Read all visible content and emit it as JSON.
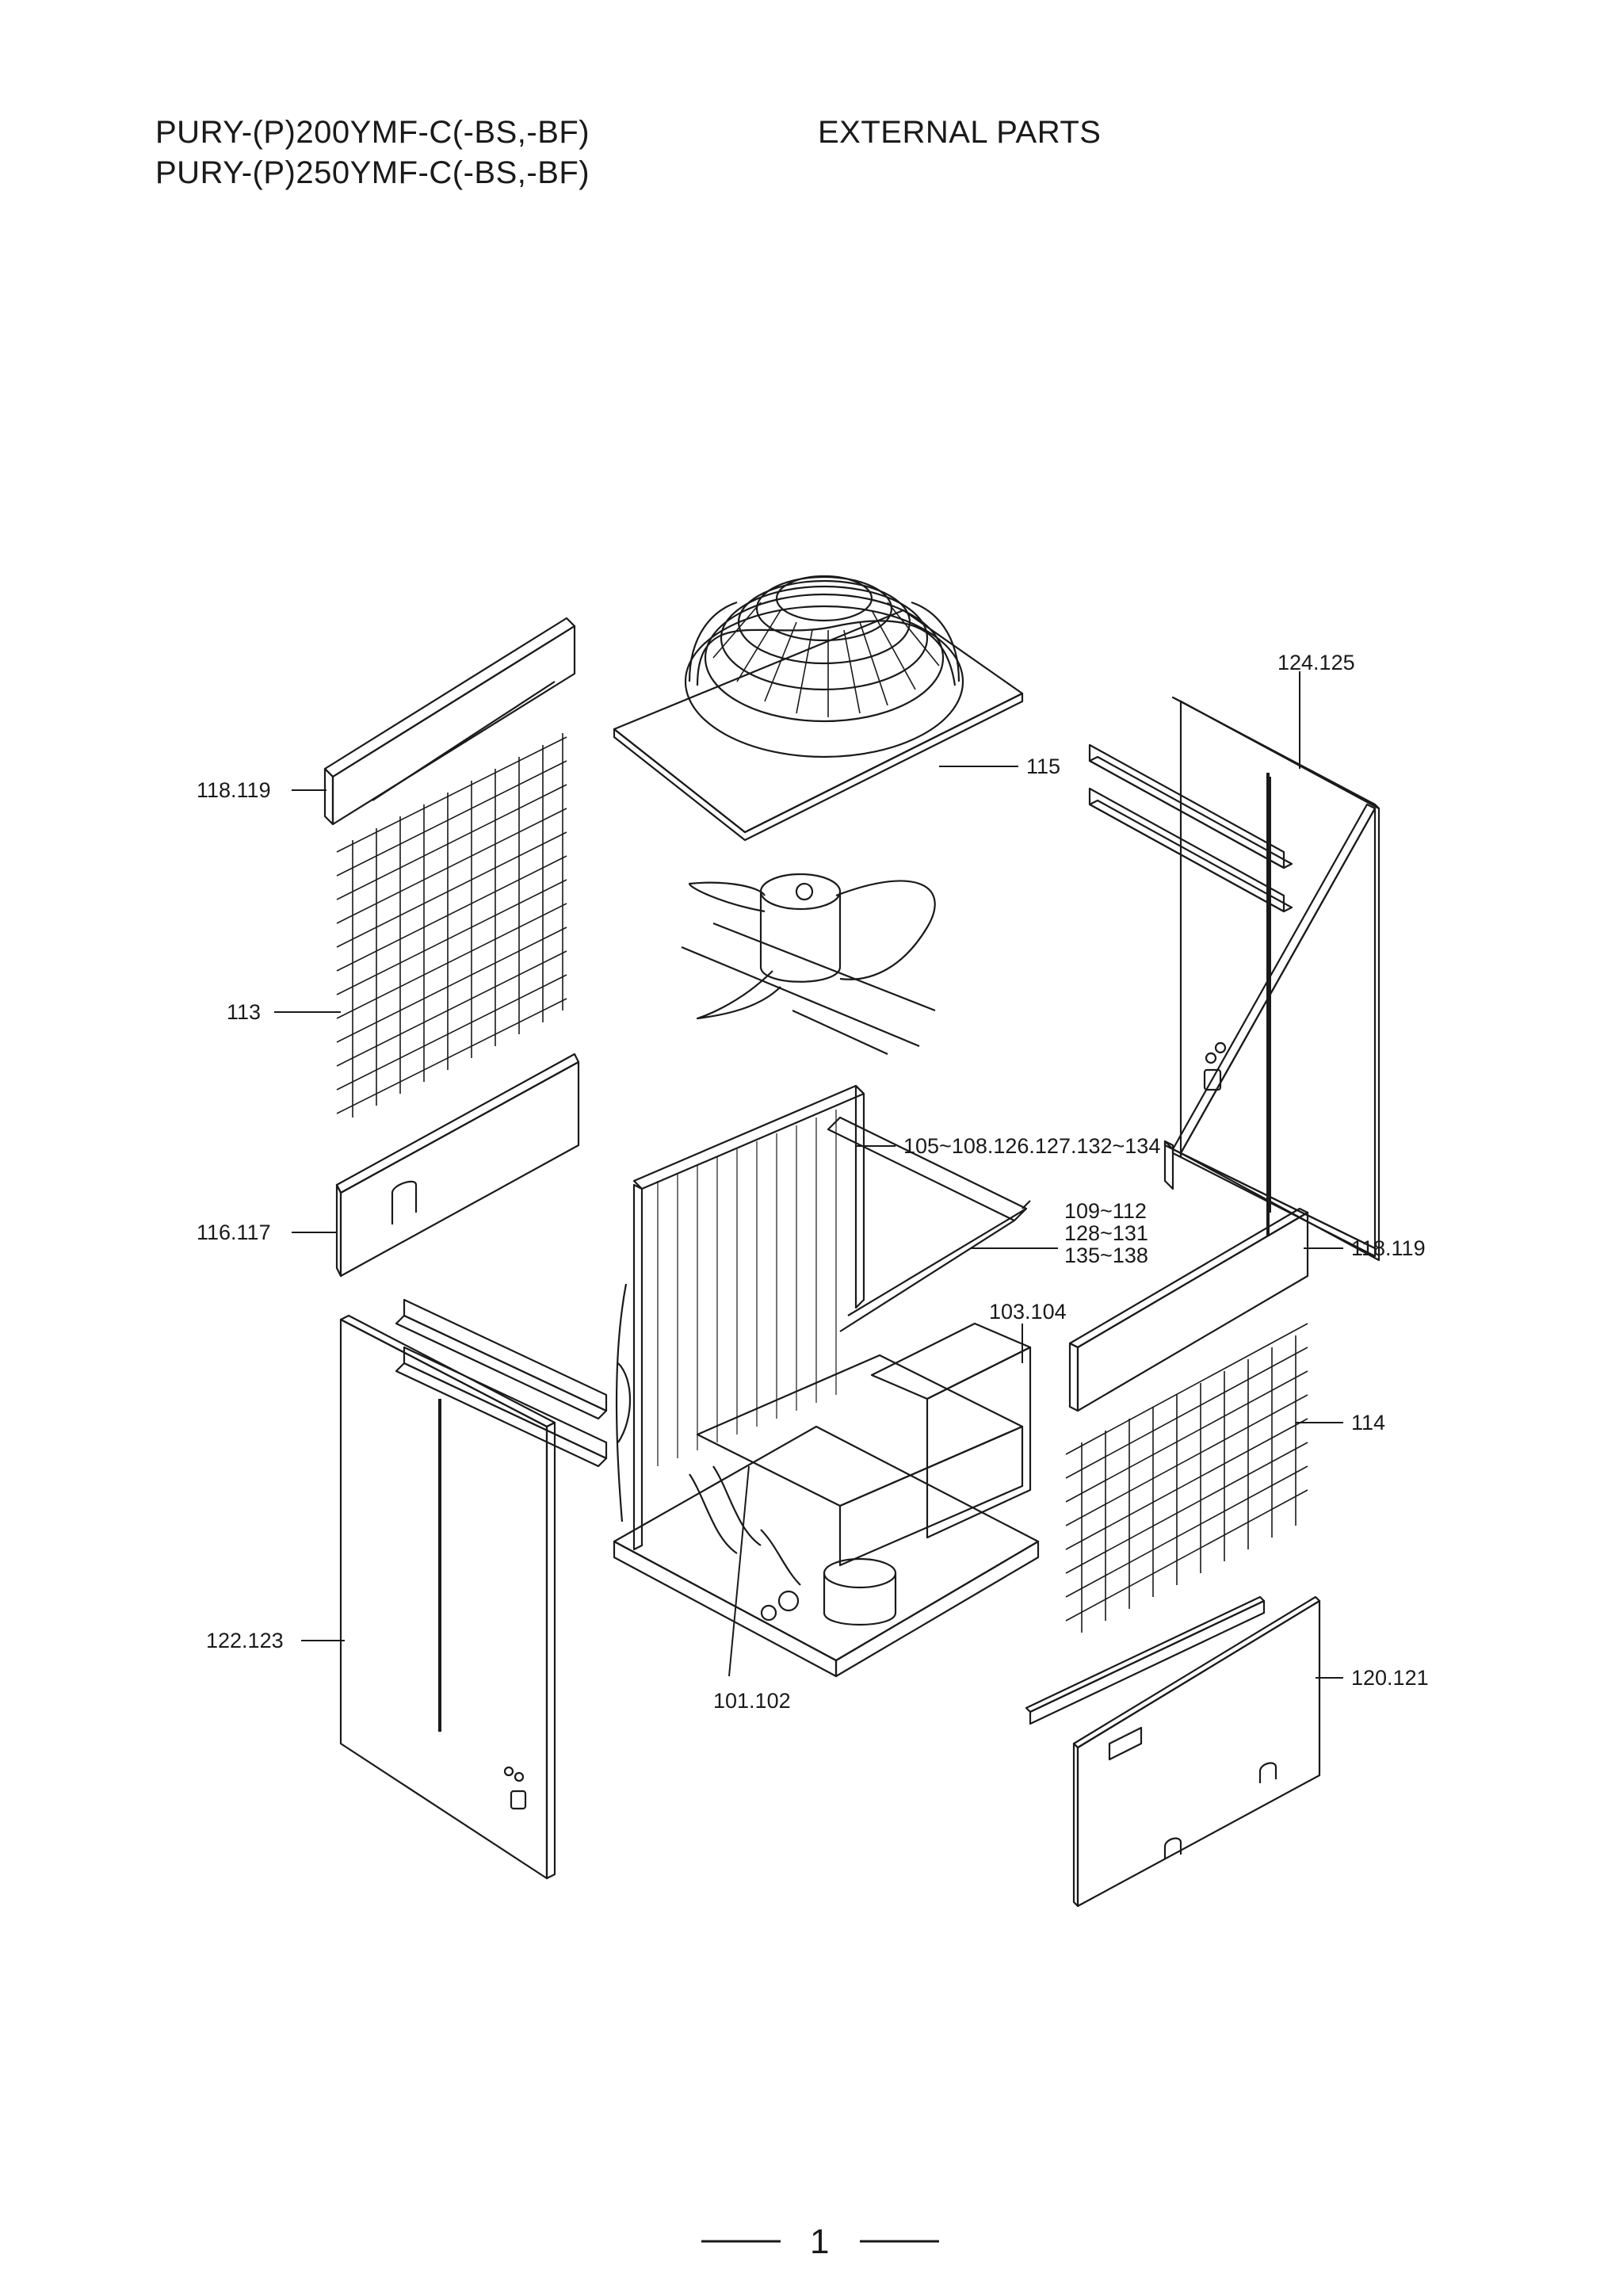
{
  "header": {
    "models": [
      "PURY-(P)200YMF-C(-BS,-BF)",
      "PURY-(P)250YMF-C(-BS,-BF)"
    ],
    "section_title": "EXTERNAL PARTS"
  },
  "callouts": {
    "c115": "115",
    "c124_125": "124.125",
    "c118_119_left": "118.119",
    "c113": "113",
    "c105": "105~108.126.127.132~134",
    "c109": "109~112",
    "c128": "128~131",
    "c135": "135~138",
    "c116_117": "116.117",
    "c118_119_right": "118.119",
    "c103_104": "103.104",
    "c114": "114",
    "c122_123": "122.123",
    "c120_121": "120.121",
    "c101_102": "101.102"
  },
  "footer": {
    "page_number": "1"
  }
}
